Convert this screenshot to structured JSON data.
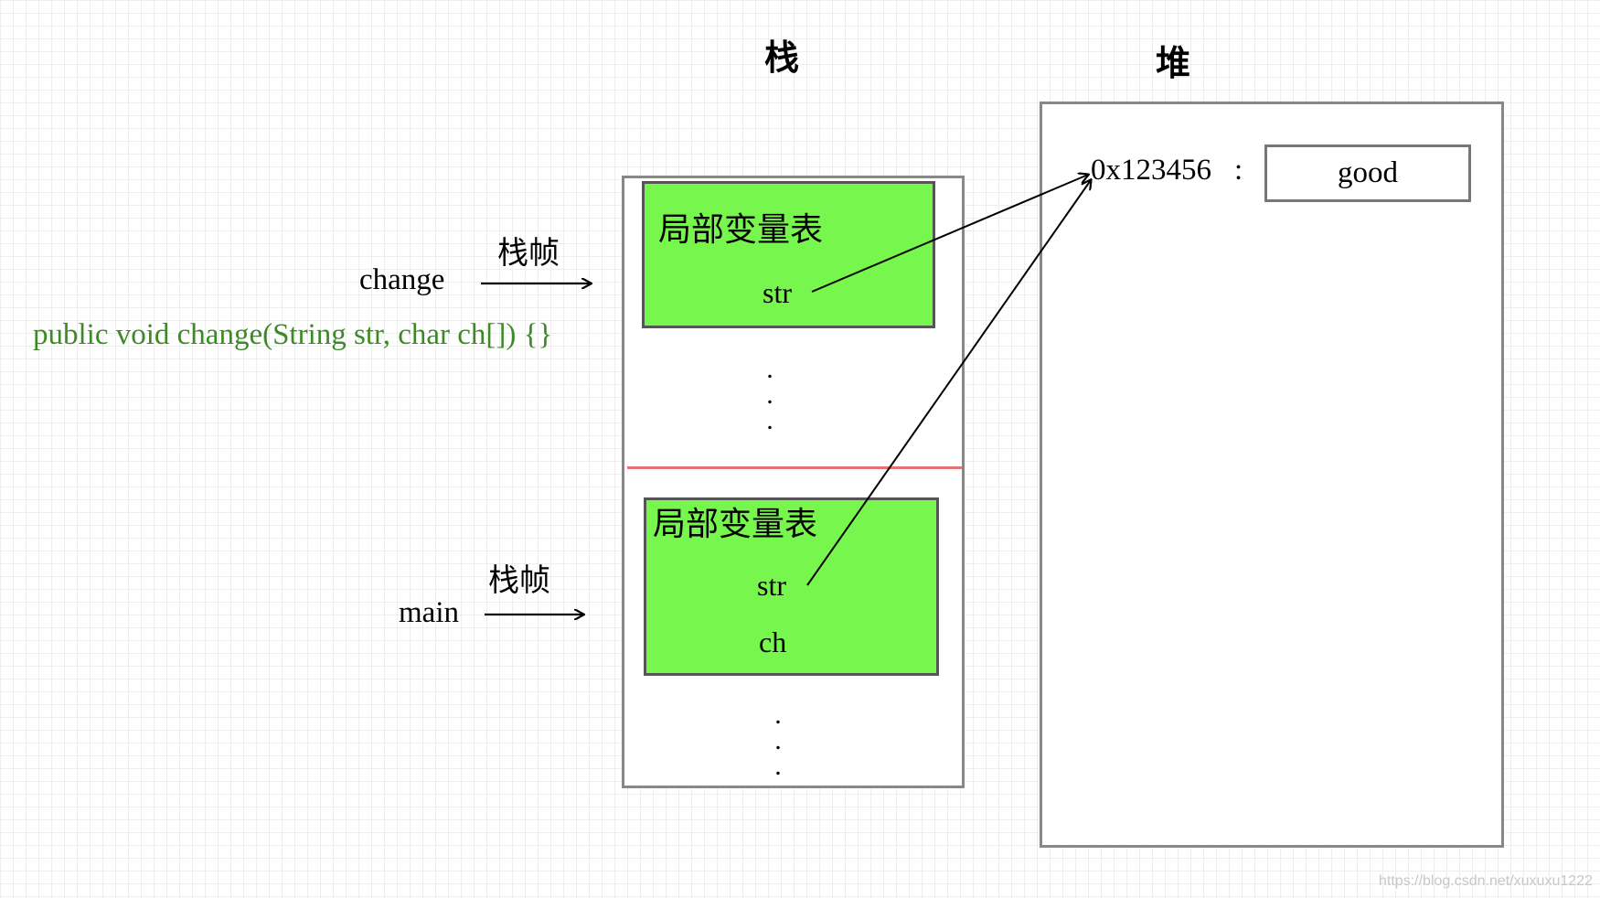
{
  "stack": {
    "title": "栈",
    "separator_color": "#e57373",
    "change_frame": {
      "table_title": "局部变量表",
      "vars": [
        "str"
      ],
      "fill_color": "#77f74e"
    },
    "main_frame": {
      "table_title": "局部变量表",
      "vars": [
        "str",
        "ch"
      ],
      "fill_color": "#77f74e"
    }
  },
  "heap": {
    "title": "堆",
    "address": "0x123456",
    "colon": ":",
    "value": "good"
  },
  "left": {
    "change_label": "change",
    "change_frame_label": "栈帧",
    "signature": "public void change(String str, char ch[]) {}",
    "signature_color": "#3c8a25",
    "main_label": "main",
    "main_frame_label": "栈帧"
  },
  "watermark": "https://blog.csdn.net/xuxuxu1222"
}
